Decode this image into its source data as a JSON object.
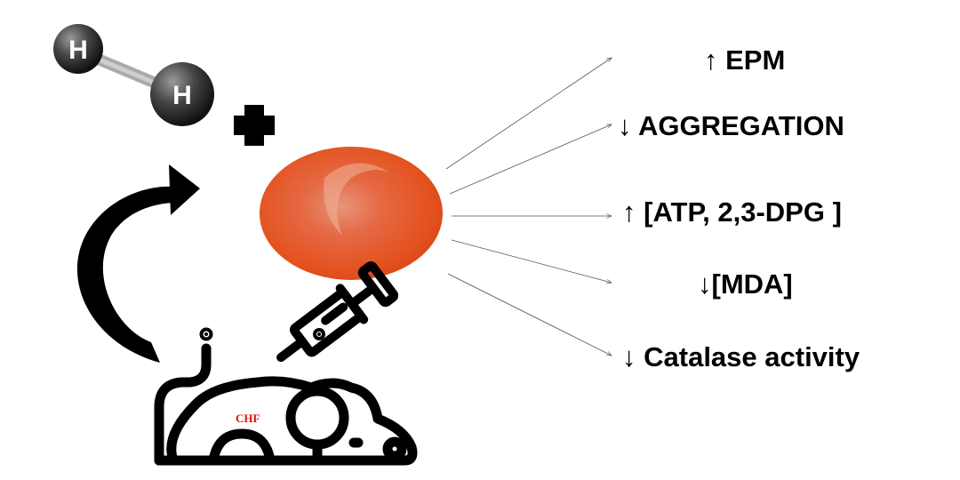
{
  "molecule": {
    "atom1": "H",
    "atom2": "H"
  },
  "mouse_label": "CHF",
  "effects": [
    {
      "arrow": "↑",
      "text": "EPM"
    },
    {
      "arrow": "↓",
      "text": "AGGREGATION"
    },
    {
      "arrow": "↑",
      "text": "[ATP, 2,3-DPG ]"
    },
    {
      "arrow": "↓",
      "text": "[MDA]"
    },
    {
      "arrow": "↓",
      "text": "Catalase activity"
    }
  ],
  "colors": {
    "rbc": "#e8502a",
    "atom": "#3a3a3a",
    "chf": "#e01010"
  }
}
